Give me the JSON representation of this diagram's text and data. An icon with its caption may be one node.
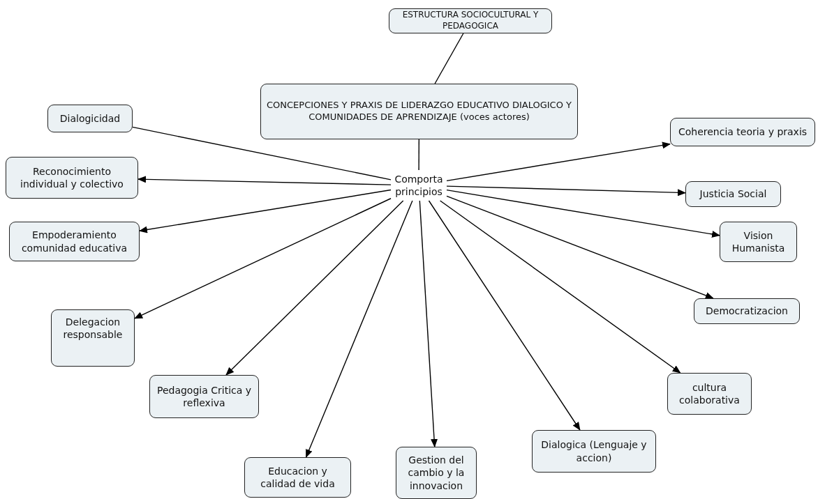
{
  "diagram": {
    "nodes": [
      {
        "text": [
          "ESTRUCTURA SOCIOCULTURAL Y PEDAGOGICA"
        ]
      },
      {
        "text": [
          "CONCEPCIONES Y PRAXIS DE LIDERAZGO EDUCATIVO DIALOGICO Y COMUNIDADES DE APRENDIZAJE (voces actores)"
        ]
      },
      {
        "text": [
          "Comporta principios"
        ]
      },
      {
        "text": [
          "Dialogicidad"
        ]
      },
      {
        "text": [
          "Reconocimiento individual y colectivo"
        ]
      },
      {
        "text": [
          "Empoderamiento comunidad educativa"
        ]
      },
      {
        "text": [
          "Delegacion responsable"
        ]
      },
      {
        "text": [
          "Pedagogia Critica y reflexiva"
        ]
      },
      {
        "text": [
          "Educacion y calidad de vida"
        ]
      },
      {
        "text": [
          "Gestion del cambio y la innovacion"
        ]
      },
      {
        "text": [
          "Dialogica (Lenguaje y accion)"
        ]
      },
      {
        "text": [
          "cultura colaborativa"
        ]
      },
      {
        "text": [
          "Democratizacion"
        ]
      },
      {
        "text": [
          "Vision Humanista"
        ]
      },
      {
        "text": [
          "Justicia Social"
        ]
      },
      {
        "text": [
          "Coherencia teoria y praxis"
        ]
      }
    ],
    "edges": [
      {
        "from": 0,
        "to": 1,
        "arrow": "none"
      },
      {
        "from": 1,
        "to": 2,
        "arrow": "none"
      },
      {
        "from": 3,
        "to": 2,
        "arrow": "none"
      },
      {
        "from": 2,
        "to": 4,
        "arrow": "to"
      },
      {
        "from": 2,
        "to": 5,
        "arrow": "to"
      },
      {
        "from": 2,
        "to": 6,
        "arrow": "to"
      },
      {
        "from": 2,
        "to": 7,
        "arrow": "to"
      },
      {
        "from": 2,
        "to": 8,
        "arrow": "to"
      },
      {
        "from": 2,
        "to": 9,
        "arrow": "to"
      },
      {
        "from": 2,
        "to": 10,
        "arrow": "to"
      },
      {
        "from": 2,
        "to": 11,
        "arrow": "to"
      },
      {
        "from": 2,
        "to": 12,
        "arrow": "to"
      },
      {
        "from": 2,
        "to": 13,
        "arrow": "to"
      },
      {
        "from": 2,
        "to": 14,
        "arrow": "to"
      },
      {
        "from": 2,
        "to": 15,
        "arrow": "to"
      }
    ]
  }
}
